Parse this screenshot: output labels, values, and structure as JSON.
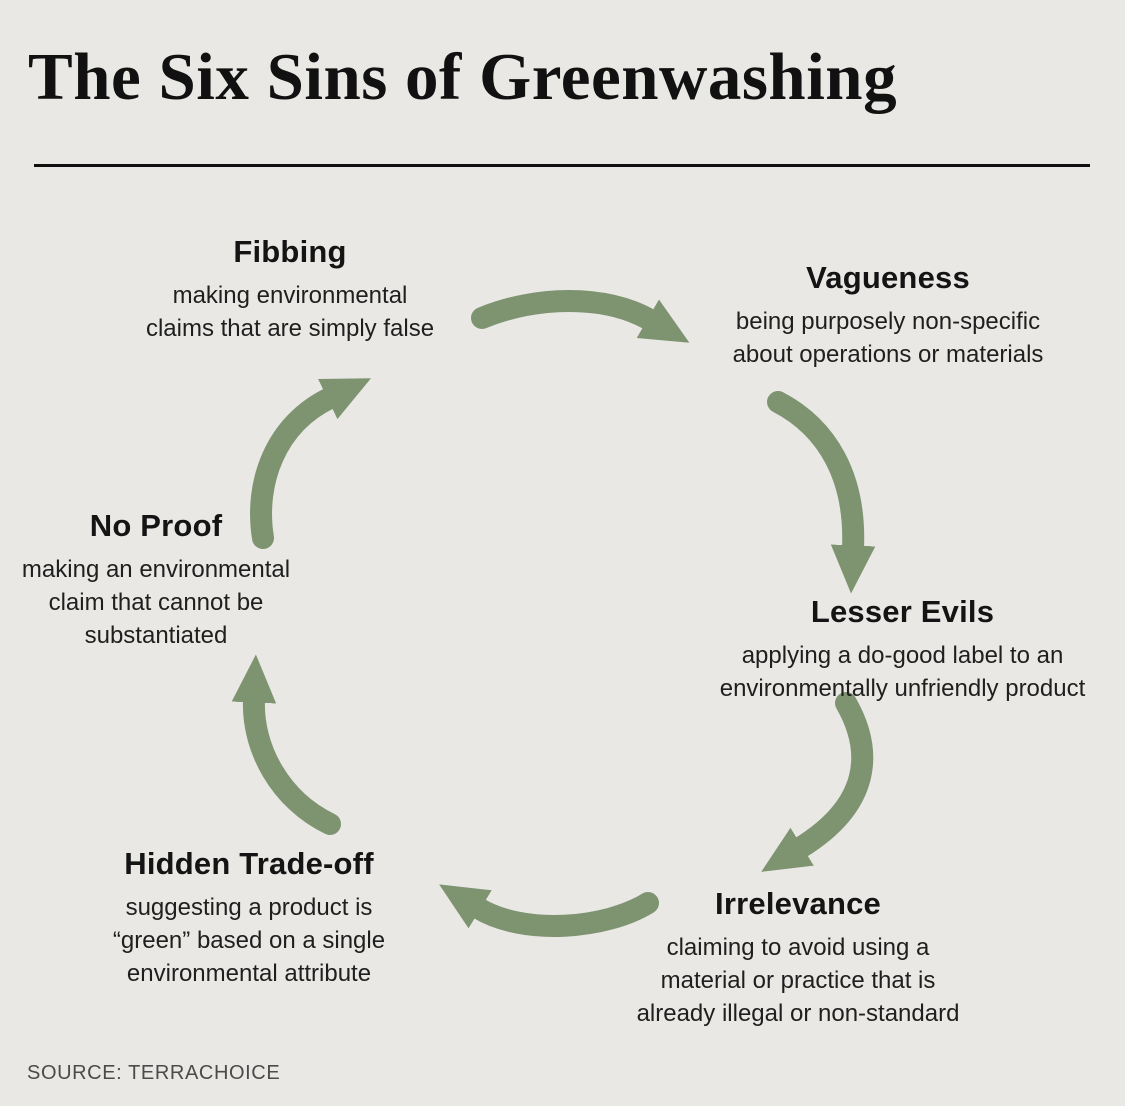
{
  "colors": {
    "background": "#e9e8e5",
    "arrow": "#7e9471",
    "title": "#111111",
    "body": "#1f1f1f",
    "source": "#4b4b4b"
  },
  "header": {
    "title": "The Six Sins of Greenwashing"
  },
  "diagram": {
    "type": "cycle",
    "direction": "clockwise",
    "nodes": [
      {
        "id": "fibbing",
        "title": "Fibbing",
        "description": "making environmental\nclaims that are simply false"
      },
      {
        "id": "vagueness",
        "title": "Vagueness",
        "description": "being purposely non-specific\nabout operations or materials"
      },
      {
        "id": "lesser-evils",
        "title": "Lesser Evils",
        "description": "applying a do-good label to an\nenvironmentally unfriendly product"
      },
      {
        "id": "irrelevance",
        "title": "Irrelevance",
        "description": "claiming to avoid using a\nmaterial or practice that is\nalready illegal or non-standard"
      },
      {
        "id": "hidden-trade-off",
        "title": "Hidden Trade-off",
        "description": "suggesting a product is\n“green” based on a single\nenvironmental attribute"
      },
      {
        "id": "no-proof",
        "title": "No Proof",
        "description": "making an environmental\nclaim that cannot be\nsubstantiated"
      }
    ],
    "arrows": [
      {
        "from": "fibbing",
        "to": "vagueness"
      },
      {
        "from": "vagueness",
        "to": "lesser-evils"
      },
      {
        "from": "lesser-evils",
        "to": "irrelevance"
      },
      {
        "from": "irrelevance",
        "to": "hidden-trade-off"
      },
      {
        "from": "hidden-trade-off",
        "to": "no-proof"
      },
      {
        "from": "no-proof",
        "to": "fibbing"
      }
    ]
  },
  "footer": {
    "source": "SOURCE: TERRACHOICE"
  }
}
